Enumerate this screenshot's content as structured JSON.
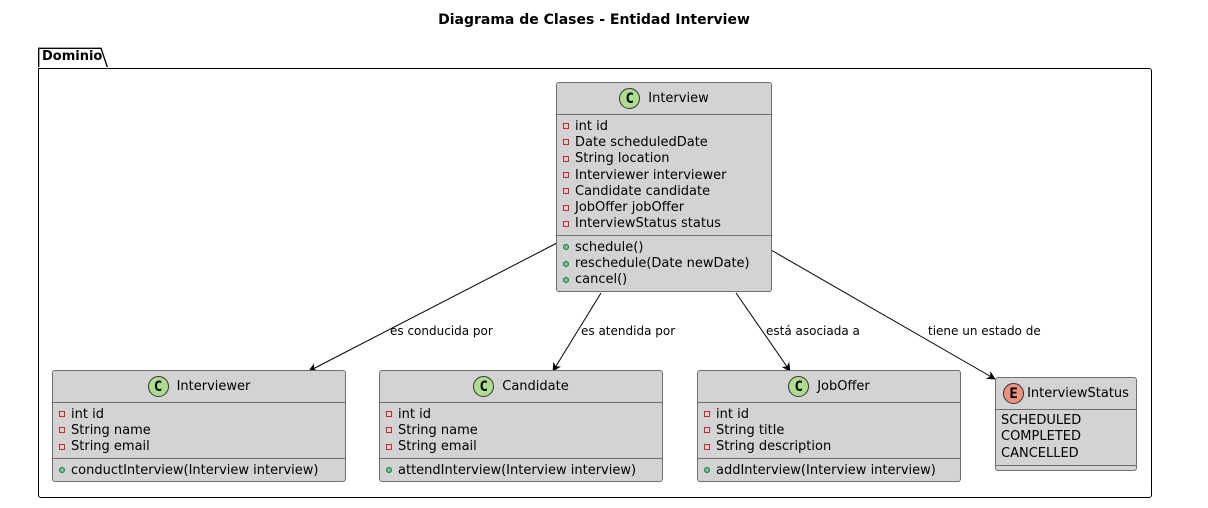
{
  "title": "Diagrama de Clases - Entidad Interview",
  "package": {
    "name": "Dominio"
  },
  "classes": {
    "interview": {
      "name": "Interview",
      "stereotype": "C",
      "attributes": [
        "int id",
        "Date scheduledDate",
        "String location",
        "Interviewer interviewer",
        "Candidate candidate",
        "JobOffer jobOffer",
        "InterviewStatus status"
      ],
      "methods": [
        "schedule()",
        "reschedule(Date newDate)",
        "cancel()"
      ]
    },
    "interviewer": {
      "name": "Interviewer",
      "stereotype": "C",
      "attributes": [
        "int id",
        "String name",
        "String email"
      ],
      "methods": [
        "conductInterview(Interview interview)"
      ]
    },
    "candidate": {
      "name": "Candidate",
      "stereotype": "C",
      "attributes": [
        "int id",
        "String name",
        "String email"
      ],
      "methods": [
        "attendInterview(Interview interview)"
      ]
    },
    "joboffer": {
      "name": "JobOffer",
      "stereotype": "C",
      "attributes": [
        "int id",
        "String title",
        "String description"
      ],
      "methods": [
        "addInterview(Interview interview)"
      ]
    },
    "interviewstatus": {
      "name": "InterviewStatus",
      "stereotype": "E",
      "values": [
        "SCHEDULED",
        "COMPLETED",
        "CANCELLED"
      ]
    }
  },
  "relations": [
    {
      "from": "Interview",
      "to": "Interviewer",
      "label": "es conducida por"
    },
    {
      "from": "Interview",
      "to": "Candidate",
      "label": "es atendida por"
    },
    {
      "from": "Interview",
      "to": "JobOffer",
      "label": "está asociada a"
    },
    {
      "from": "Interview",
      "to": "InterviewStatus",
      "label": "tiene un estado de"
    }
  ],
  "colors": {
    "class_fill": "#d3d3d3",
    "class_badge": "#addd8f",
    "enum_badge": "#eb937f",
    "private_marker": "#c82930",
    "public_marker": "#84be84"
  }
}
